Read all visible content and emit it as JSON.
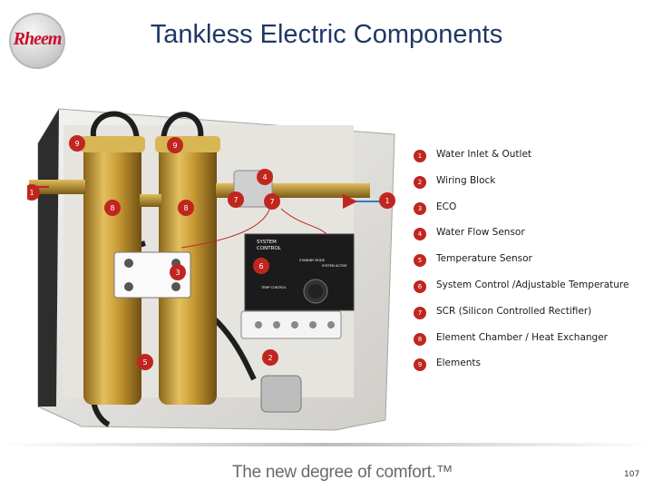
{
  "header": {
    "logo_text": "Rheem",
    "title": "Tankless Electric Components"
  },
  "diagram": {
    "callouts": [
      {
        "num": "9"
      },
      {
        "num": "9"
      },
      {
        "num": "4"
      },
      {
        "num": "1"
      },
      {
        "num": "8"
      },
      {
        "num": "8"
      },
      {
        "num": "7"
      },
      {
        "num": "7"
      },
      {
        "num": "1"
      },
      {
        "num": "6"
      },
      {
        "num": "3"
      },
      {
        "num": "2"
      },
      {
        "num": "5"
      }
    ],
    "control_panel": {
      "line1": "SYSTEM",
      "line2": "CONTROL",
      "standby": "STANDBY MODE",
      "active": "SYSTEM ACTIVE",
      "temp": "TEMP CONTROL"
    }
  },
  "legend": {
    "items": [
      {
        "num": "1",
        "label": "Water Inlet & Outlet"
      },
      {
        "num": "2",
        "label": "Wiring Block"
      },
      {
        "num": "3",
        "label": "ECO"
      },
      {
        "num": "4",
        "label": "Water Flow Sensor"
      },
      {
        "num": "5",
        "label": "Temperature Sensor"
      },
      {
        "num": "6",
        "label": "System Control /Adjustable Temperature"
      },
      {
        "num": "7",
        "label": "SCR (Silicon Controlled Rectifier)"
      },
      {
        "num": "8",
        "label": "Element Chamber / Heat Exchanger"
      },
      {
        "num": "9",
        "label": "Elements"
      }
    ]
  },
  "footer": {
    "tagline": "The new degree of comfort.™",
    "page_number": "107"
  },
  "colors": {
    "title": "#1f3864",
    "callout": "#c0261f",
    "brass": "#b8902a"
  }
}
